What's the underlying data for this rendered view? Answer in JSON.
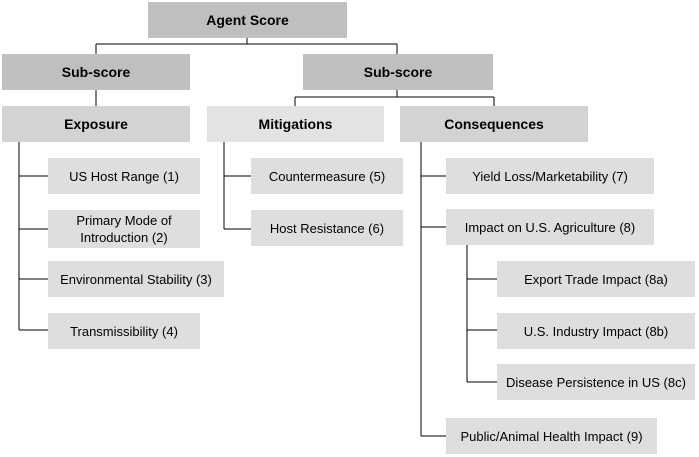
{
  "nodes": {
    "root": "Agent Score",
    "sub1": "Sub-score",
    "sub2": "Sub-score",
    "exposure": "Exposure",
    "mitigations": "Mitigations",
    "consequences": "Consequences",
    "n1": "US Host Range (1)",
    "n2": "Primary Mode of Introduction (2)",
    "n3": "Environmental Stability (3)",
    "n4": "Transmissibility (4)",
    "n5": "Countermeasure (5)",
    "n6": "Host Resistance (6)",
    "n7": "Yield Loss/Marketability (7)",
    "n8": "Impact on U.S. Agriculture (8)",
    "n8a": "Export Trade Impact (8a)",
    "n8b": "U.S. Industry Impact (8b)",
    "n8c": "Disease Persistence in US (8c)",
    "n9": "Public/Animal Health Impact (9)"
  },
  "colors": {
    "level1": "#bfbfbf",
    "level2": "#bfbfbf",
    "level3_exposure": "#d3d3d3",
    "level3_mitigations": "#e3e3e3",
    "level3_consequences": "#d3d3d3",
    "leaf": "#dedede",
    "connector": "#000000"
  }
}
